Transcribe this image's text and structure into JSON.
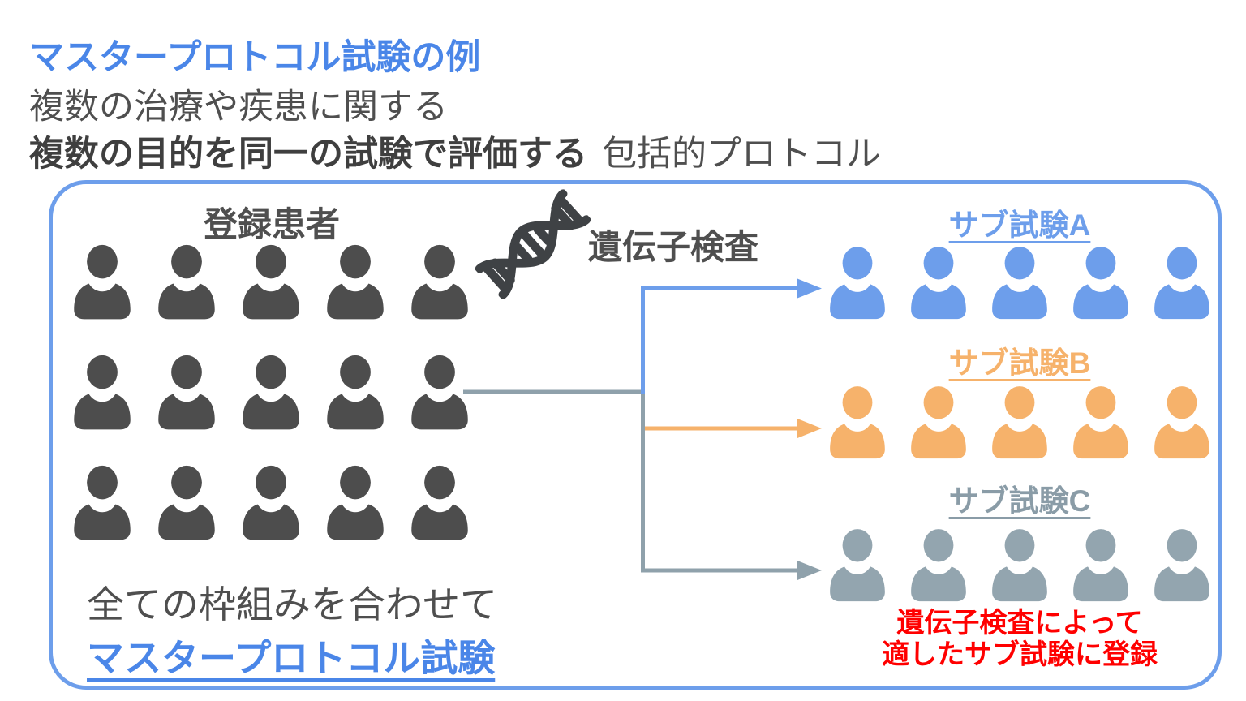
{
  "title": {
    "heading": "マスタープロトコル試験の例",
    "line2": "複数の治療や疾患に関する",
    "line3_bold": "複数の目的を同一の試験で評価する",
    "line3_regular": "包括的プロトコル"
  },
  "colors": {
    "accent-blue": "#4a86e8",
    "box-border": "#6d9eeb",
    "person-dark": "#4d4d4d",
    "person-blue": "#6d9eeb",
    "person-orange": "#f6b26b",
    "person-gray": "#93a5af",
    "label-gray": "#8a9ca7",
    "line-gray": "#8fa1ab",
    "text-dark": "#4f4f4f",
    "note-red": "#ff0000"
  },
  "enrolled": {
    "label": "登録患者",
    "rows": 3,
    "cols": 5,
    "color_key": "person-dark"
  },
  "genetic_test": {
    "label": "遺伝子検査"
  },
  "subtrials": [
    {
      "label": "サブ試験A",
      "count": 5,
      "color_key": "person-blue"
    },
    {
      "label": "サブ試験B",
      "count": 5,
      "color_key": "person-orange"
    },
    {
      "label": "サブ試験C",
      "count": 5,
      "color_key": "person-gray"
    }
  ],
  "footer": {
    "line1": "全ての枠組みを合わせて",
    "line2": "マスタープロトコル試験"
  },
  "note": {
    "line1": "遺伝子検査によって",
    "line2": "適したサブ試験に登録"
  }
}
